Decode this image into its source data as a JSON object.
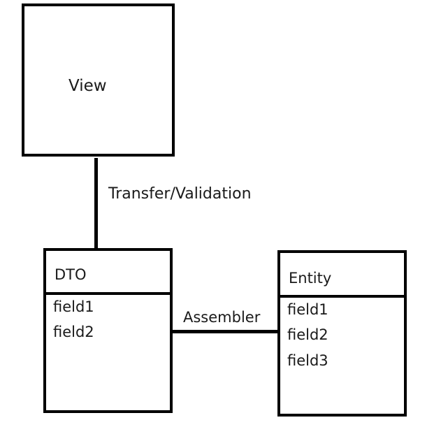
{
  "view": {
    "title": "View"
  },
  "dto": {
    "title": "DTO",
    "fields": [
      "field1",
      "field2"
    ]
  },
  "entity": {
    "title": "Entity",
    "fields": [
      "field1",
      "field2",
      "field3"
    ]
  },
  "connectors": {
    "view_dto_label": "Transfer/Validation",
    "dto_entity_label": "Assembler"
  }
}
